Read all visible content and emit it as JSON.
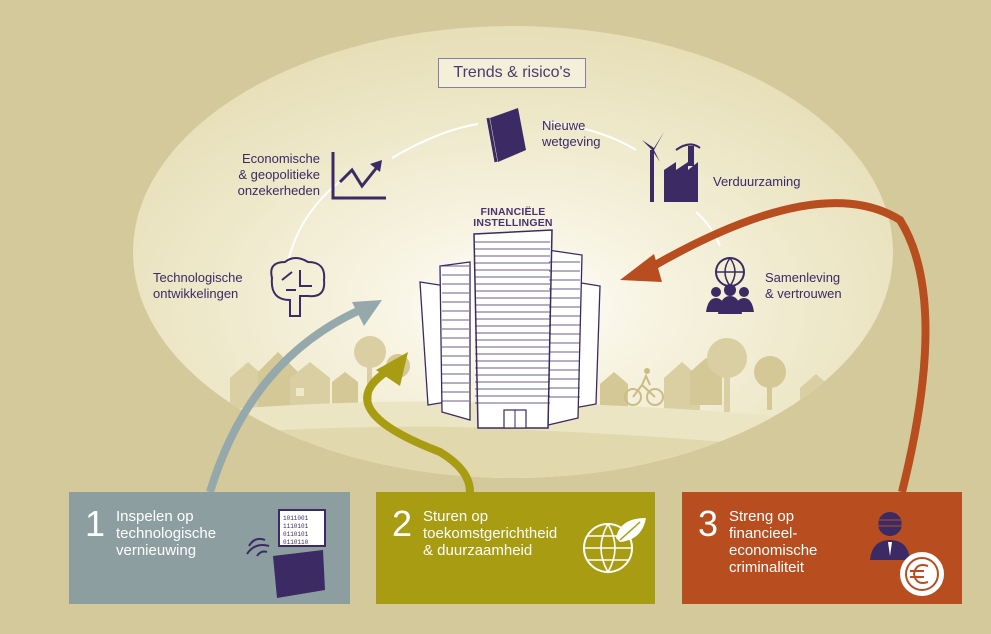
{
  "title": "Trends & risico's",
  "center": {
    "line1": "FINANCIËLE",
    "line2": "INSTELLINGEN"
  },
  "trends": [
    {
      "icon": "brain-circuit-icon",
      "lines": [
        "Technologische",
        "ontwikkelingen"
      ]
    },
    {
      "icon": "chart-arrow-icon",
      "lines": [
        "Economische",
        "& geopolitieke",
        "onzekerheden"
      ]
    },
    {
      "icon": "book-icon",
      "lines": [
        "Nieuwe",
        "wetgeving"
      ]
    },
    {
      "icon": "wind-factory-icon",
      "lines": [
        "Verduurzaming"
      ]
    },
    {
      "icon": "people-globe-icon",
      "lines": [
        "Samenleving",
        "& vertrouwen"
      ]
    }
  ],
  "pillars": [
    {
      "number": "1",
      "lines": [
        "Inspelen op",
        "technologische",
        "vernieuwing"
      ],
      "color": "#8c9ea0",
      "icon": "computer-binary-icon",
      "binary": [
        "1011001",
        "1110101",
        "0110101",
        "0110110"
      ]
    },
    {
      "number": "2",
      "lines": [
        "Sturen op",
        "toekomstgerichtheid",
        "& duurzaamheid"
      ],
      "color": "#a89c12",
      "icon": "globe-leaf-icon"
    },
    {
      "number": "3",
      "lines": [
        "Streng op",
        "financieel-",
        "economische",
        "criminaliteit"
      ],
      "color": "#b84d1f",
      "icon": "thief-euro-icon"
    }
  ],
  "colors": {
    "purple": "#3b2a63",
    "background": "#d4c99a",
    "ellipse": "#efe9c9"
  }
}
